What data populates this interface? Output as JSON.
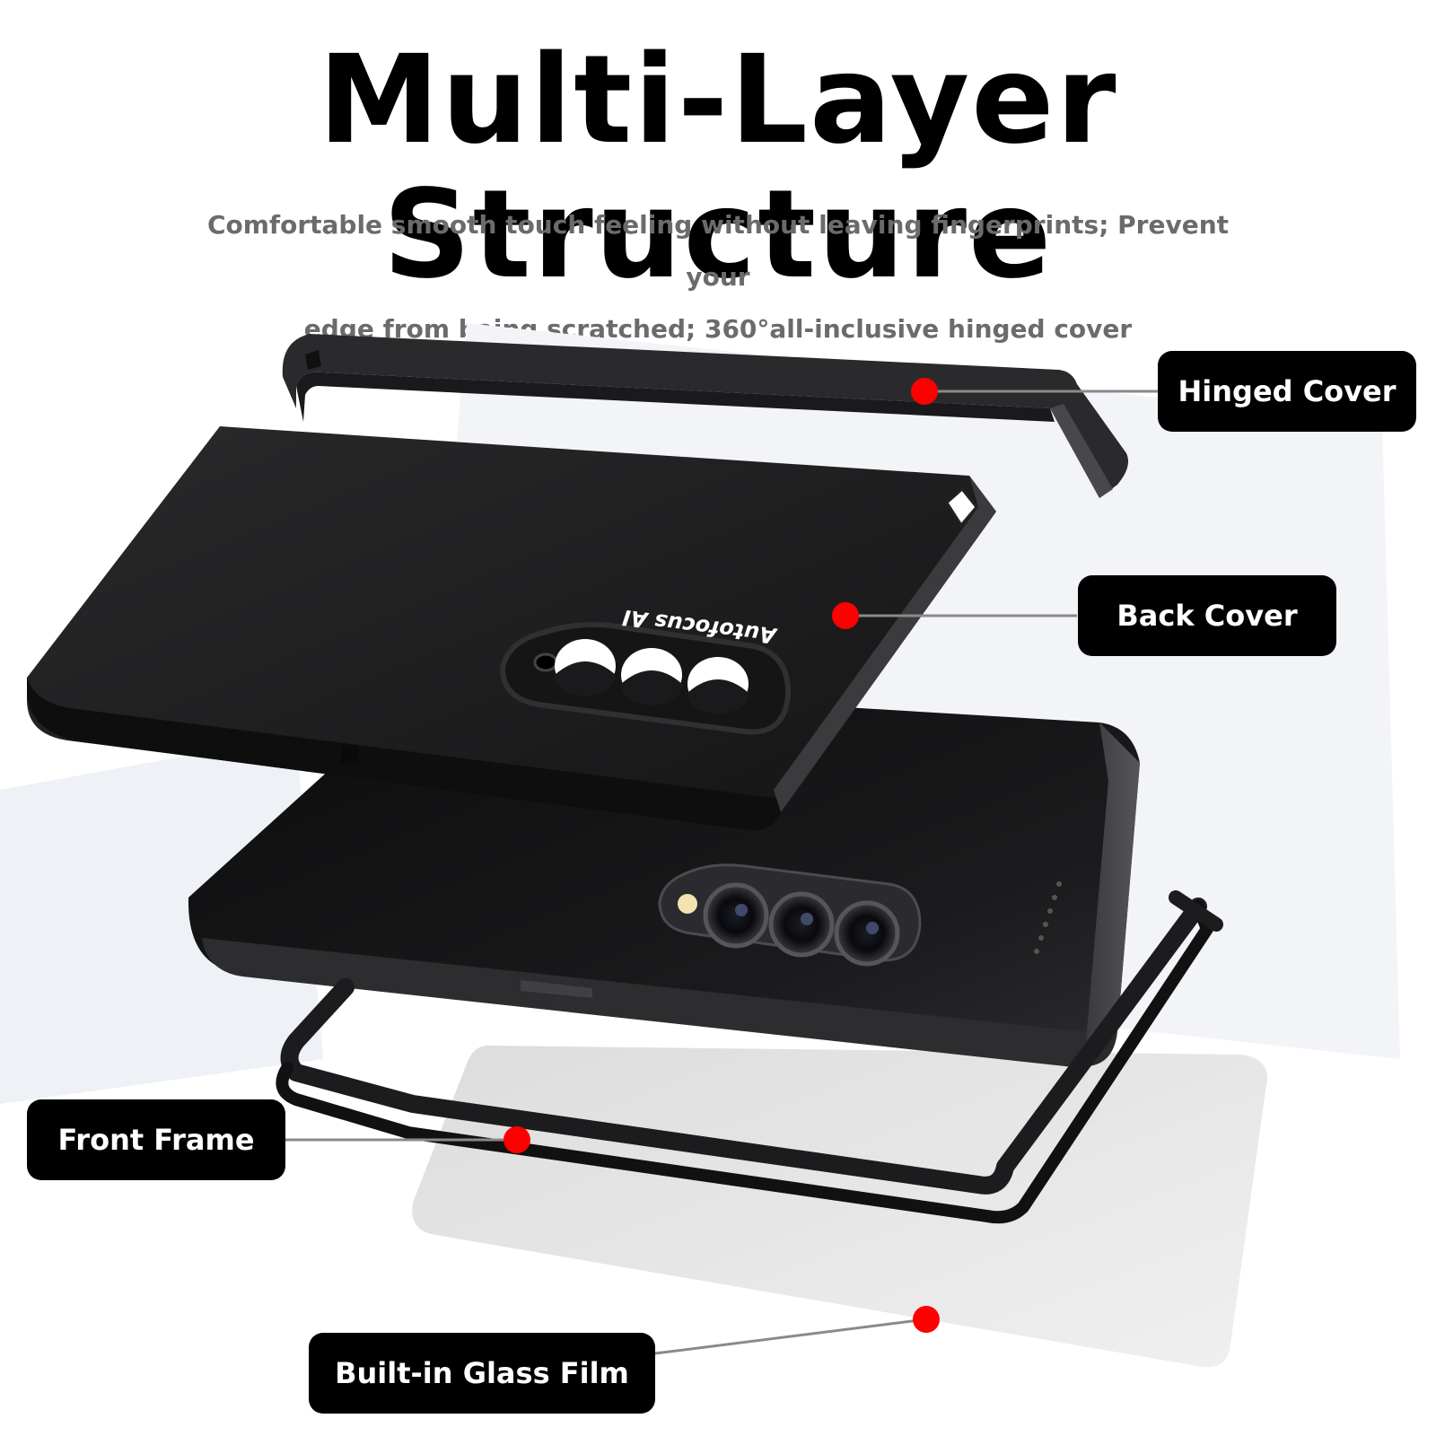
{
  "header": {
    "title": "Multi-Layer Structure",
    "subtitle_line1": "Comfortable smooth touch feeling without leaving fingerprints; Prevent your",
    "subtitle_line2": "edge from being scratched; 360°all-inclusive hinged cover"
  },
  "callouts": {
    "hinged_cover": "Hinged Cover",
    "back_cover": "Back Cover",
    "front_frame": "Front Frame",
    "glass_film": "Built-in Glass Film"
  },
  "product": {
    "camera_text": "Autofocus AI"
  },
  "colors": {
    "accent_dot": "#ff0000",
    "label_bg": "#000000",
    "label_text": "#ffffff",
    "subtitle": "#6b6b6b"
  }
}
